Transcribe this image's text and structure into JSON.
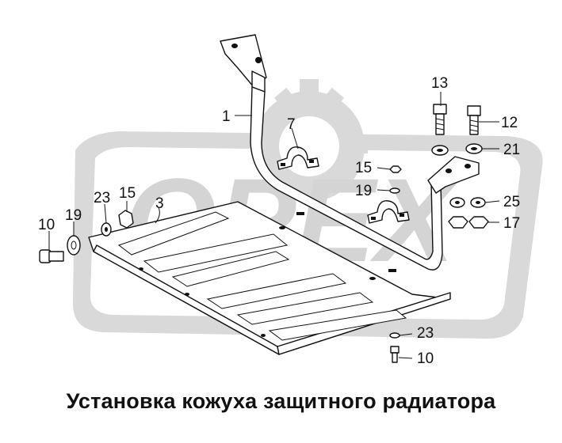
{
  "caption": "Установка кожуха защитного радиатора",
  "watermark": {
    "text": "OPEX",
    "color": "#d4d4d4"
  },
  "callouts": [
    {
      "id": "bracket",
      "label": "1"
    },
    {
      "id": "guard",
      "label": "3"
    },
    {
      "id": "clamp",
      "label": "7"
    },
    {
      "id": "bolt-bottom",
      "label": "10"
    },
    {
      "id": "bolt-left",
      "label": "10"
    },
    {
      "id": "bolt-long",
      "label": "12"
    },
    {
      "id": "bolt-short",
      "label": "13"
    },
    {
      "id": "nut-top",
      "label": "15"
    },
    {
      "id": "nut-left",
      "label": "15"
    },
    {
      "id": "nut-lock",
      "label": "17"
    },
    {
      "id": "washer-top",
      "label": "19"
    },
    {
      "id": "washer-left",
      "label": "19"
    },
    {
      "id": "washer-plain",
      "label": "21"
    },
    {
      "id": "washer-left2",
      "label": "23"
    },
    {
      "id": "washer-bottom",
      "label": "23"
    },
    {
      "id": "washer-spring",
      "label": "25"
    }
  ]
}
